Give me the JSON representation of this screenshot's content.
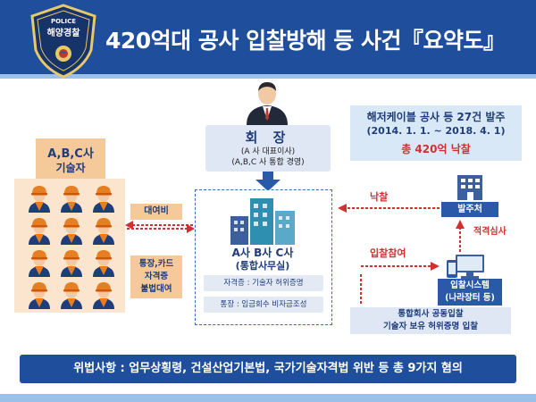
{
  "header": {
    "title": "420억대 공사 입찰방해 등 사건『요약도』",
    "badge_top": "POLICE",
    "badge_name": "해양경찰"
  },
  "chairman": {
    "title": "회 장",
    "desc_line1": "(A 사 대표이사)",
    "desc_line2": "(A,B,C 사 통합 경영)"
  },
  "summary": {
    "line1": "해저케이블 공사 등 27건 발주",
    "line2": "(2014. 1. 1. ~ 2018. 4. 1)",
    "line3": "총 420억 낙찰"
  },
  "workers": {
    "heading_line1": "A,B,C사",
    "heading_line2": "기술자",
    "count": 12
  },
  "left_flow": {
    "loan_label": "대여비",
    "lend_line1": "통장,카드",
    "lend_line2": "자격증",
    "lend_line3": "불법대여"
  },
  "office": {
    "label_line1": "A사 B사 C사",
    "label_line2": "(통합사무실)",
    "tag1": "자격증 : 기술자 허위증명",
    "tag2": "통장 : 임금회수 비자금조성"
  },
  "right_flow": {
    "award_label": "낙찰",
    "agency_label": "발주처",
    "review_label": "적격심사",
    "bid_join_label": "입찰참여",
    "system_line1": "입찰시스템",
    "system_line2": "(나라장터 등)",
    "joint_line1": "통합회사 공동입찰",
    "joint_line2": "기술자 보유 허위증명 입찰"
  },
  "footer": {
    "violation": "위법사항 : 업무상횡령, 건설산업기본법, 국가기술자격법 위반 등 총 9가지 혐의"
  },
  "colors": {
    "header_blue": "#1f4e9c",
    "accent_red": "#d23030",
    "peach": "#f5c99a",
    "light_blue": "#d9e8f7"
  }
}
